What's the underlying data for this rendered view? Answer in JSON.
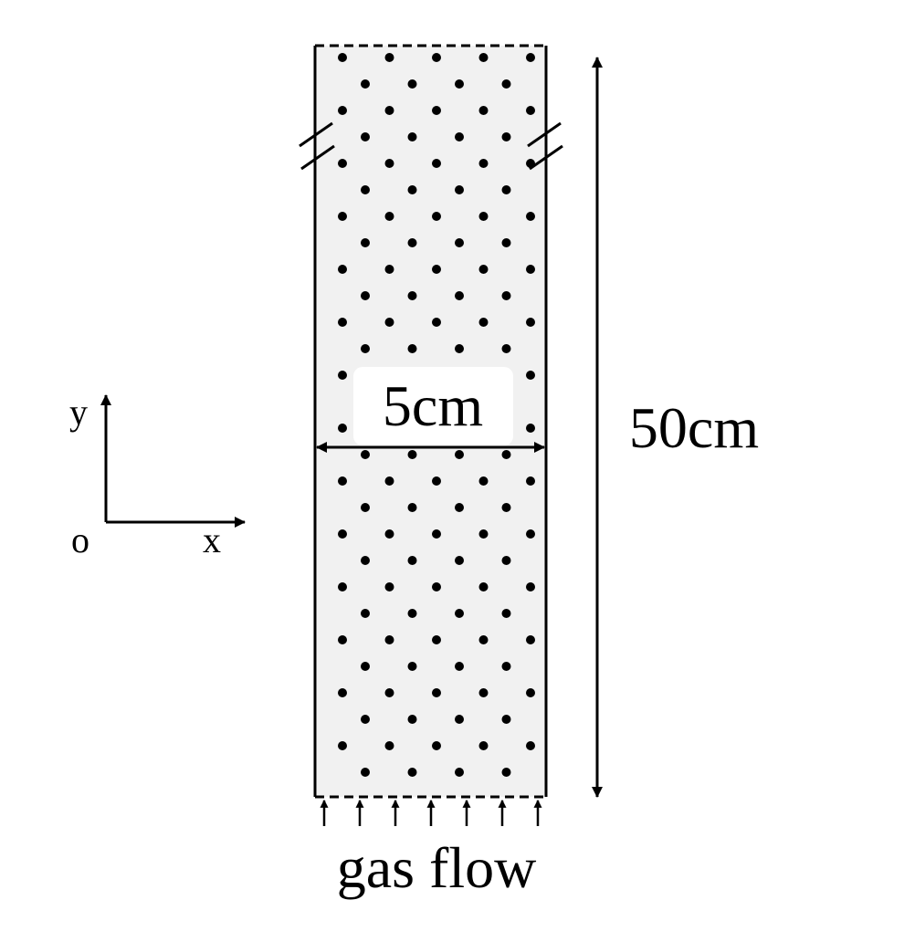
{
  "diagram": {
    "axes": {
      "y_label": "y",
      "origin_label": "o",
      "x_label": "x"
    },
    "width_label": "5cm",
    "height_label": "50cm",
    "flow_label": "gas flow",
    "colors": {
      "bed_fill": "#f1f1f1",
      "ink": "#000000",
      "label_box": "#ffffff"
    }
  }
}
